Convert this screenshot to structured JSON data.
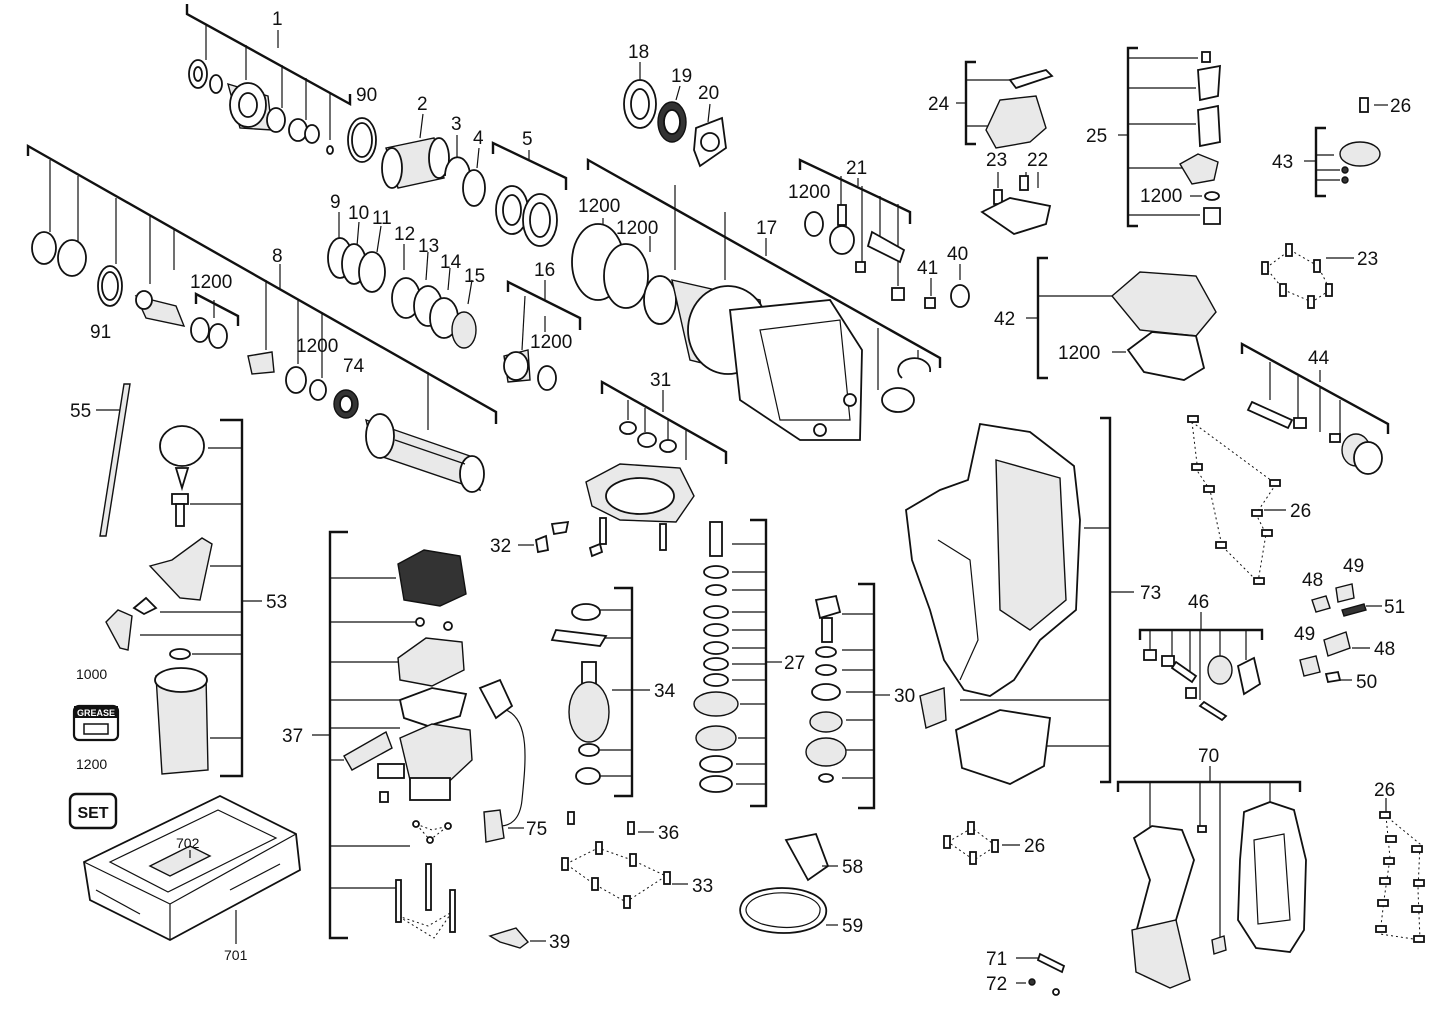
{
  "title": "",
  "part_labels": [
    {
      "id": "p1",
      "text": "1"
    },
    {
      "id": "p90",
      "text": "90"
    },
    {
      "id": "p2",
      "text": "2"
    },
    {
      "id": "p3",
      "text": "3"
    },
    {
      "id": "p4",
      "text": "4"
    },
    {
      "id": "p5",
      "text": "5"
    },
    {
      "id": "p18",
      "text": "18"
    },
    {
      "id": "p19",
      "text": "19"
    },
    {
      "id": "p20",
      "text": "20"
    },
    {
      "id": "p1200a",
      "text": "1200"
    },
    {
      "id": "p1200b",
      "text": "1200"
    },
    {
      "id": "p17",
      "text": "17"
    },
    {
      "id": "p21",
      "text": "21"
    },
    {
      "id": "p1200c",
      "text": "1200"
    },
    {
      "id": "p41",
      "text": "41"
    },
    {
      "id": "p40",
      "text": "40"
    },
    {
      "id": "p24",
      "text": "24"
    },
    {
      "id": "p23a",
      "text": "23"
    },
    {
      "id": "p22",
      "text": "22"
    },
    {
      "id": "p25",
      "text": "25"
    },
    {
      "id": "p1200d",
      "text": "1200"
    },
    {
      "id": "p26a",
      "text": "26"
    },
    {
      "id": "p43",
      "text": "43"
    },
    {
      "id": "p23b",
      "text": "23"
    },
    {
      "id": "p42",
      "text": "42"
    },
    {
      "id": "p1200e",
      "text": "1200"
    },
    {
      "id": "p44",
      "text": "44"
    },
    {
      "id": "p9",
      "text": "9"
    },
    {
      "id": "p10",
      "text": "10"
    },
    {
      "id": "p11",
      "text": "11"
    },
    {
      "id": "p12",
      "text": "12"
    },
    {
      "id": "p13",
      "text": "13"
    },
    {
      "id": "p14",
      "text": "14"
    },
    {
      "id": "p15",
      "text": "15"
    },
    {
      "id": "p16",
      "text": "16"
    },
    {
      "id": "p1200f",
      "text": "1200"
    },
    {
      "id": "p8",
      "text": "8"
    },
    {
      "id": "p1200g",
      "text": "1200"
    },
    {
      "id": "p91",
      "text": "91"
    },
    {
      "id": "p1200h",
      "text": "1200"
    },
    {
      "id": "p74",
      "text": "74"
    },
    {
      "id": "p55",
      "text": "55"
    },
    {
      "id": "p53",
      "text": "53"
    },
    {
      "id": "p31",
      "text": "31"
    },
    {
      "id": "p32",
      "text": "32"
    },
    {
      "id": "p34",
      "text": "34"
    },
    {
      "id": "p27",
      "text": "27"
    },
    {
      "id": "p30",
      "text": "30"
    },
    {
      "id": "p37",
      "text": "37"
    },
    {
      "id": "p75",
      "text": "75"
    },
    {
      "id": "p36",
      "text": "36"
    },
    {
      "id": "p33",
      "text": "33"
    },
    {
      "id": "p39",
      "text": "39"
    },
    {
      "id": "p58",
      "text": "58"
    },
    {
      "id": "p59",
      "text": "59"
    },
    {
      "id": "p73",
      "text": "73"
    },
    {
      "id": "p26b",
      "text": "26"
    },
    {
      "id": "p48a",
      "text": "48"
    },
    {
      "id": "p49a",
      "text": "49"
    },
    {
      "id": "p51",
      "text": "51"
    },
    {
      "id": "p46",
      "text": "46"
    },
    {
      "id": "p49b",
      "text": "49"
    },
    {
      "id": "p48b",
      "text": "48"
    },
    {
      "id": "p50",
      "text": "50"
    },
    {
      "id": "p70",
      "text": "70"
    },
    {
      "id": "p26c",
      "text": "26"
    },
    {
      "id": "p26d",
      "text": "26"
    },
    {
      "id": "p71",
      "text": "71"
    },
    {
      "id": "p72",
      "text": "72"
    },
    {
      "id": "p702",
      "text": "702"
    },
    {
      "id": "p701",
      "text": "701"
    },
    {
      "id": "p1000",
      "text": "1000"
    },
    {
      "id": "p1200i",
      "text": "1200"
    }
  ],
  "badges": {
    "grease": "GREASE",
    "set": "SET"
  }
}
